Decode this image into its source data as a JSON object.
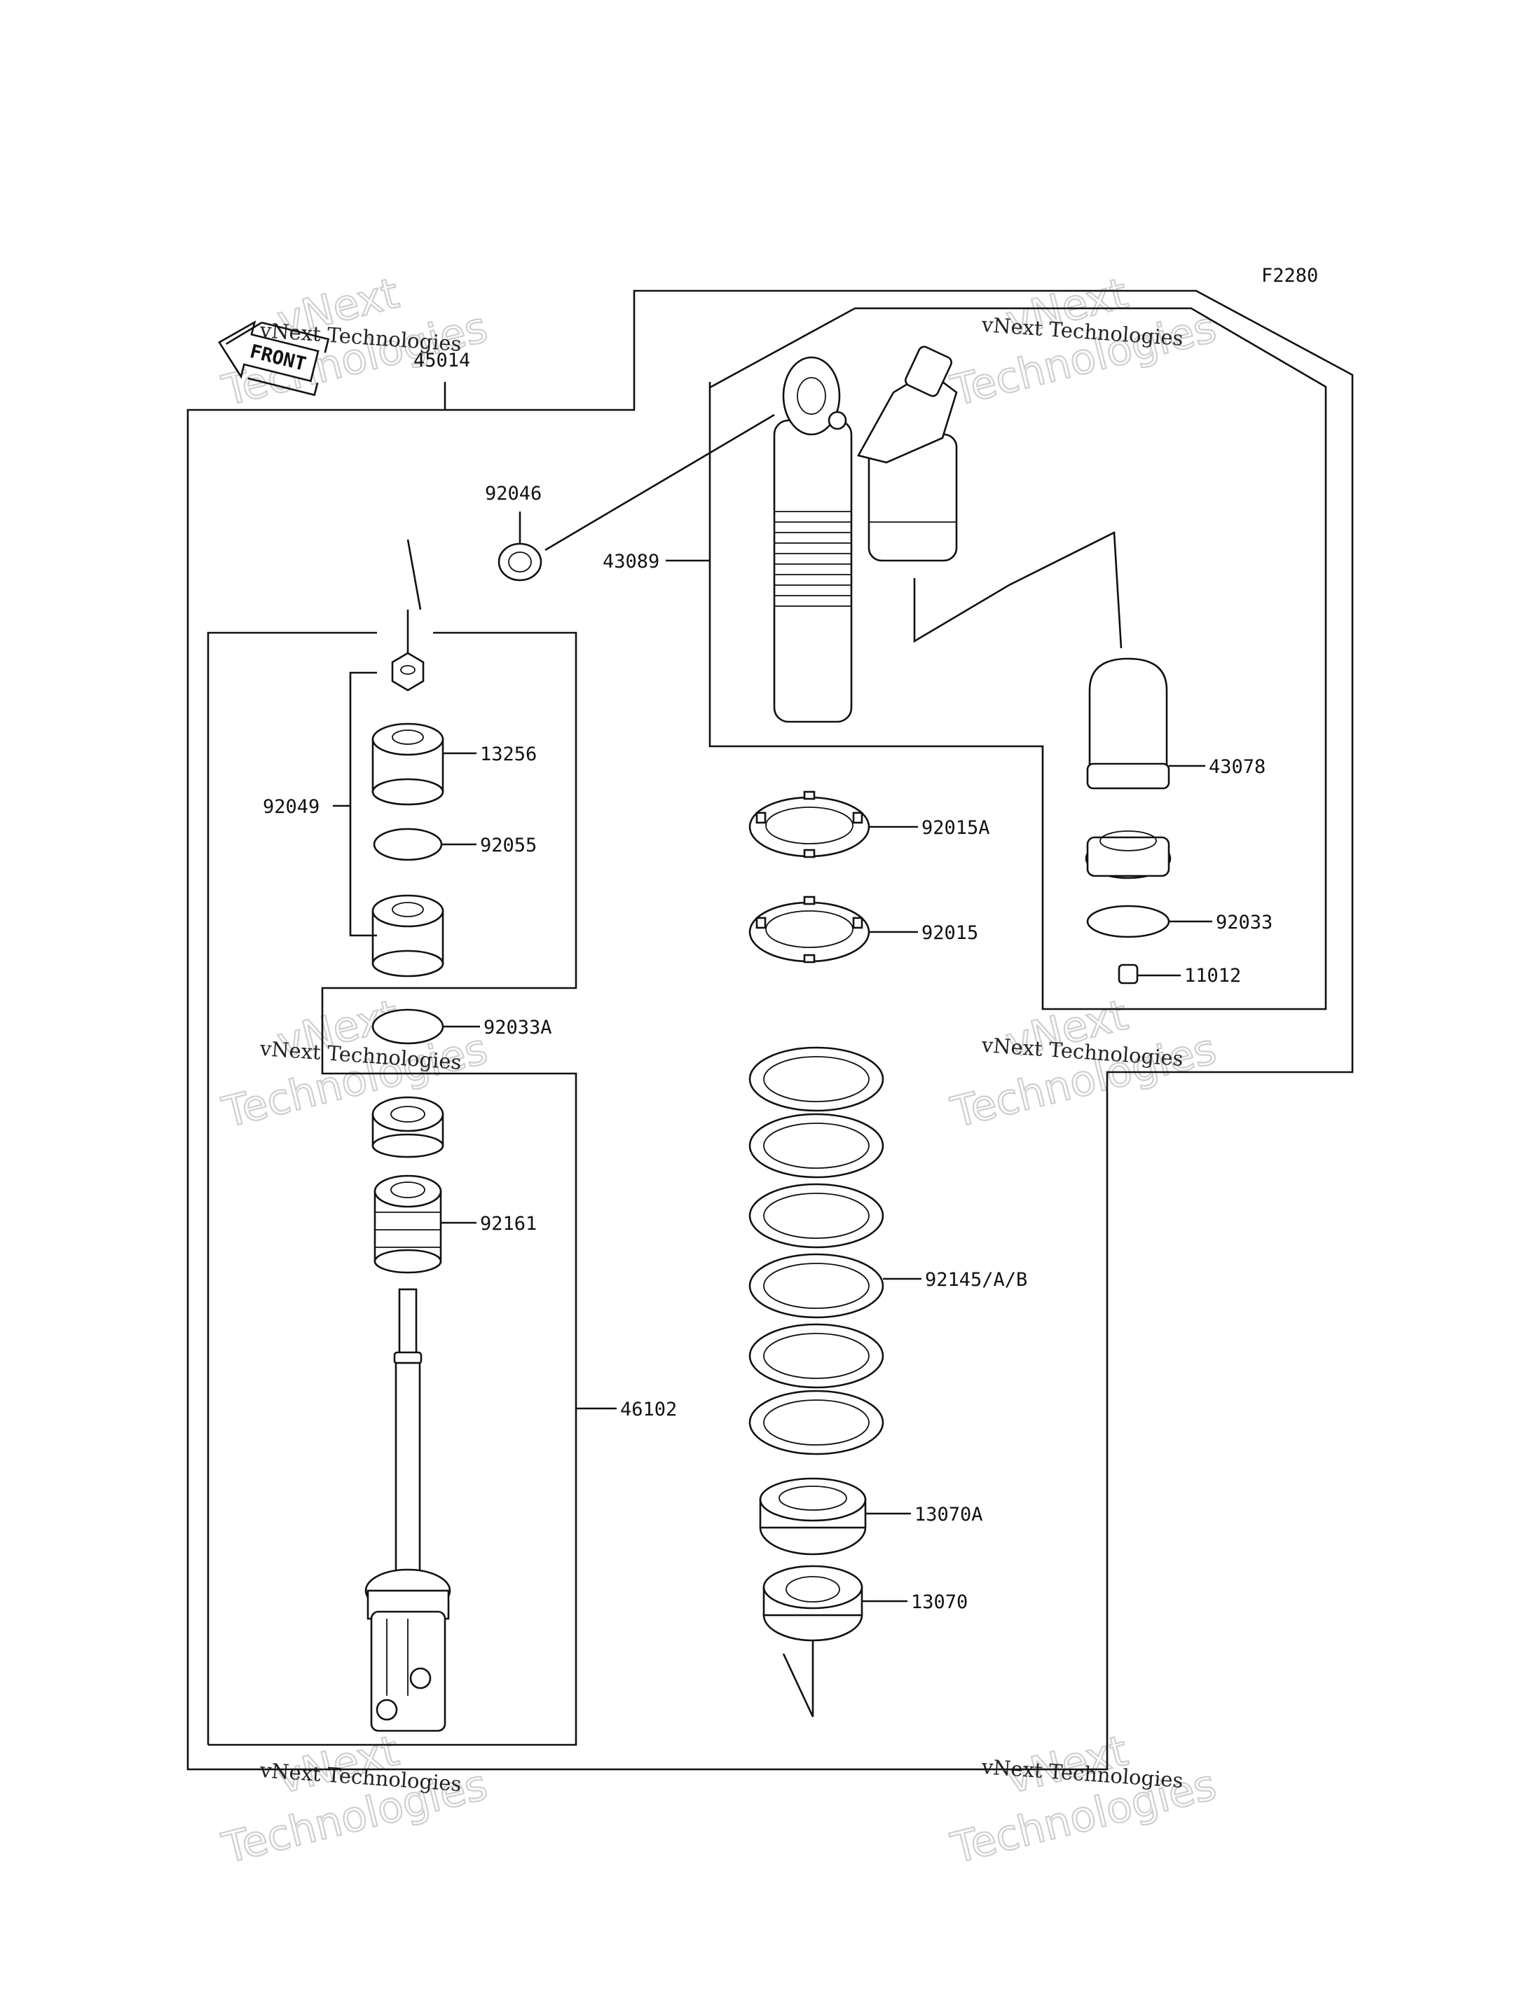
{
  "diagram": {
    "figure_code": "F2280",
    "front_label": "FRONT",
    "watermark": {
      "company": "vNext Technologies",
      "large_line1": "vNext",
      "large_line2": "Technologies"
    },
    "part_labels": [
      {
        "id": "43089",
        "text": "43089"
      },
      {
        "id": "92046",
        "text": "92046"
      },
      {
        "id": "13256",
        "text": "13256"
      },
      {
        "id": "92049",
        "text": "92049"
      },
      {
        "id": "92055",
        "text": "92055"
      },
      {
        "id": "92033A",
        "text": "92033A"
      },
      {
        "id": "92161",
        "text": "92161"
      },
      {
        "id": "46102",
        "text": "46102"
      },
      {
        "id": "92015A",
        "text": "92015A"
      },
      {
        "id": "92015",
        "text": "92015"
      },
      {
        "id": "92145AB",
        "text": "92145/A/B"
      },
      {
        "id": "13070A",
        "text": "13070A"
      },
      {
        "id": "13070",
        "text": "13070"
      },
      {
        "id": "43078",
        "text": "43078"
      },
      {
        "id": "92033",
        "text": "92033"
      },
      {
        "id": "11012",
        "text": "11012"
      }
    ],
    "assembly_label": "45014"
  }
}
